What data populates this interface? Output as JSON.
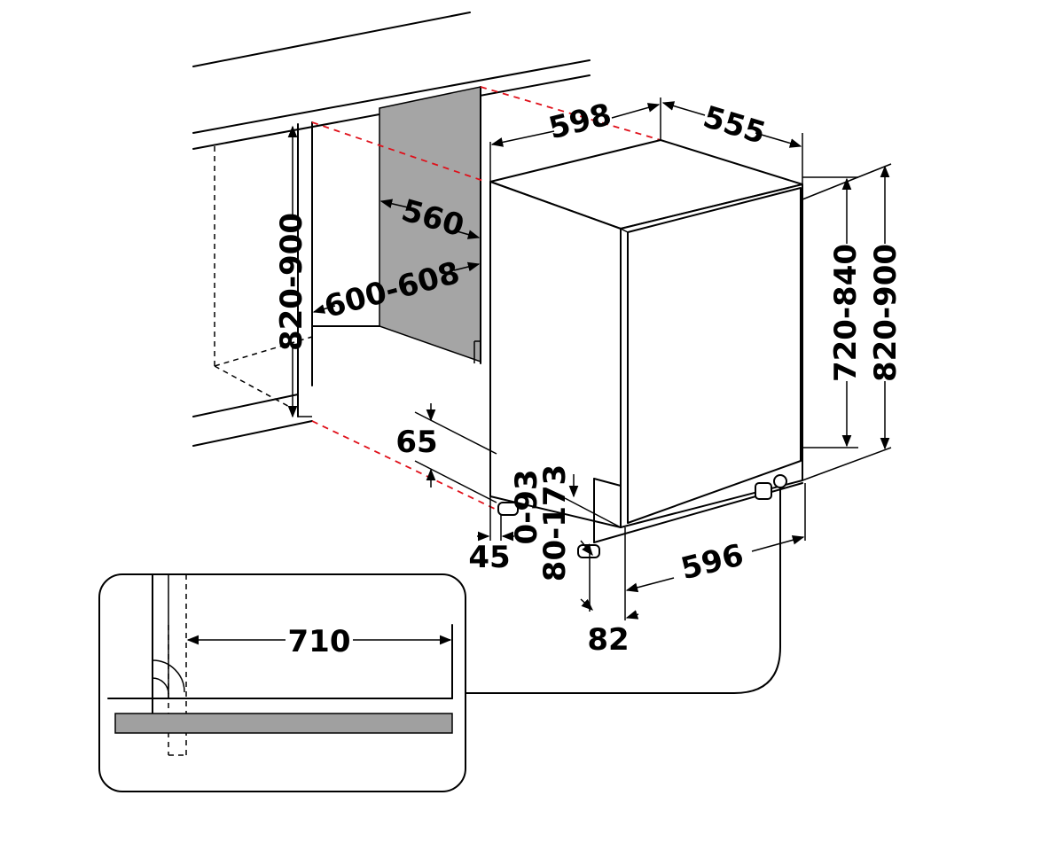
{
  "colors": {
    "line": "#000000",
    "panel": "#a5a5a5",
    "strip": "#a0a0a0",
    "guide": "#e0101a",
    "background": "#ffffff"
  },
  "dimensions": {
    "niche_height": "820-900",
    "niche_width": "600-608",
    "niche_depth": "560",
    "appliance_width_top": "598",
    "appliance_depth": "555",
    "appliance_height": "720-840",
    "overall_height": "820-900",
    "plinth_gap": "65",
    "foot_offset": "45",
    "foot_adjust": "0-93",
    "plinth_height": "80-173",
    "appliance_width_bottom": "596",
    "door_offset": "82",
    "detail_depth": "710"
  }
}
